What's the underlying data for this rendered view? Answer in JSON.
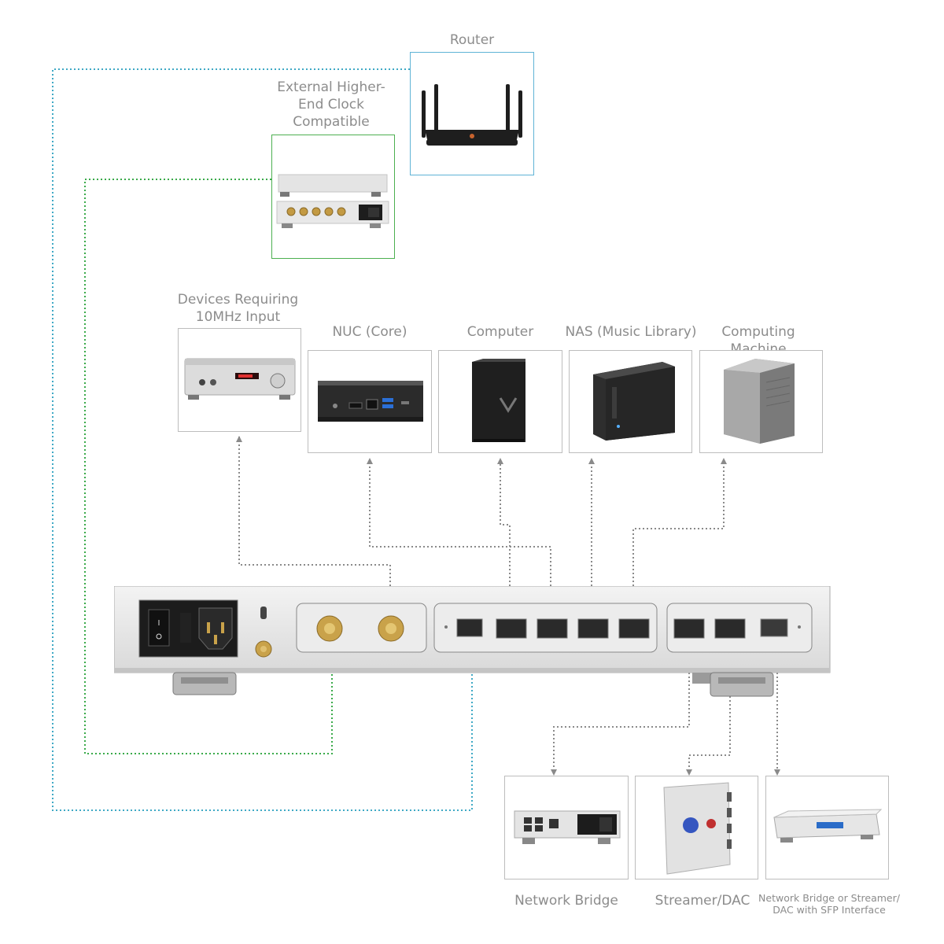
{
  "labels": {
    "router": "Router",
    "clock": "External Higher-\nEnd Clock\nCompatible",
    "devices_10mhz": "Devices Requiring\n10MHz Input",
    "nuc": "NUC (Core)",
    "computer": "Computer",
    "nas": "NAS (Music Library)",
    "computing_machine": "Computing Machine",
    "network_bridge": "Network Bridge",
    "streamer_dac": "Streamer/DAC",
    "sfp_device": "Network Bridge or Streamer/\nDAC with SFP Interface"
  },
  "colors": {
    "router_border": "#5fb3d6",
    "clock_border": "#4caf50",
    "device_border": "#bdbdbd",
    "wire_gray": "#8a8a8a",
    "wire_green": "#3aaa4a",
    "wire_blue": "#3aa0c8",
    "chassis": "#e6e6e6",
    "brass": "#c9a24a"
  }
}
